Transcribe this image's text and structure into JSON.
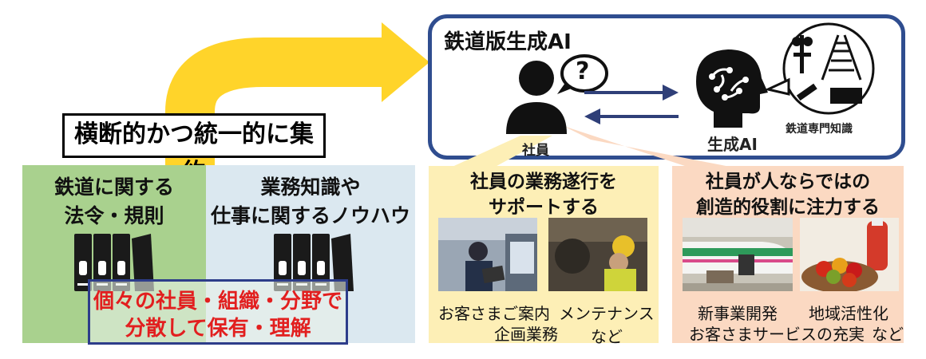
{
  "collect_label": "横断的かつ統一的に集約",
  "left_panel": {
    "green_lines": [
      "鉄道に関する",
      "法令・規則"
    ],
    "blue_lines": [
      "業務知識や",
      "仕事に関するノウハウ"
    ],
    "distributed_lines": [
      "個々の社員・組織・分野で",
      "分散して保有・理解"
    ]
  },
  "main_box": {
    "title": "鉄道版生成AI",
    "employee_label": "社員",
    "question_mark": "?",
    "ai_label": "生成AI",
    "knowledge_label": "鉄道専門知識"
  },
  "support_panel": {
    "title_lines": [
      "社員の業務遂行を",
      "サポートする"
    ],
    "captions": {
      "guide": "お客さまご案内",
      "maintenance": "メンテナンス",
      "planning": "企画業務",
      "etc": "など"
    }
  },
  "creative_panel": {
    "title_lines": [
      "社員が人ならではの",
      "創造的役割に注力する"
    ],
    "captions": {
      "new_business": "新事業開発",
      "regional": "地域活性化",
      "service": "お客さまサービスの充実",
      "etc": "など"
    }
  },
  "colors": {
    "arrow_yellow": "#ffd42a",
    "green_panel": "#a9d18e",
    "blue_panel": "#dbe8f0",
    "yellow_panel": "#fdefb6",
    "peach_panel": "#fbd9c2",
    "navy": "#2f4d8f",
    "red_text": "#e21f1f"
  }
}
